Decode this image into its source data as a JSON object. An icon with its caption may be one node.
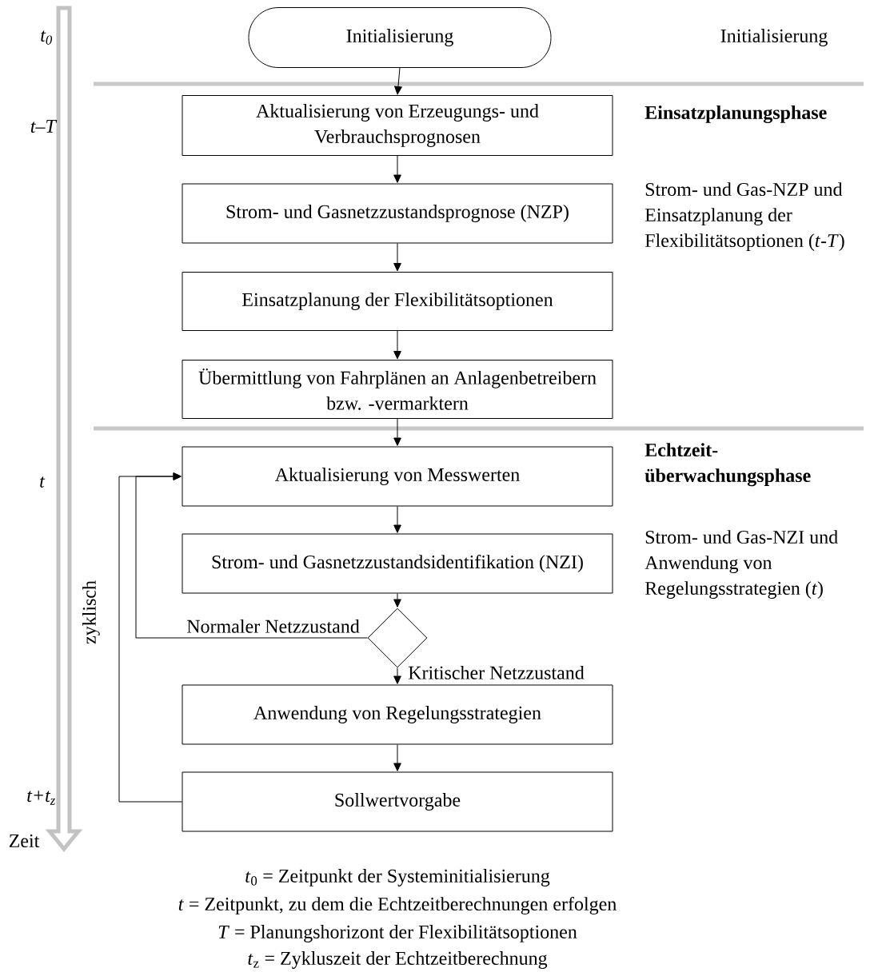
{
  "diagram": {
    "nodes": [
      {
        "text": [
          "Initialisierung"
        ]
      },
      {
        "text": [
          "Aktualisierung von Erzeugungs- und Verbrauchsprognosen"
        ]
      },
      {
        "text": [
          "Strom- und Gasnetzzustandsprognose (NZP)"
        ]
      },
      {
        "text": [
          "Einsatzplanung der Flexibilitätsoptionen"
        ]
      },
      {
        "text": [
          "Übermittlung von Fahrplänen an Anlagenbetreibern bzw. -vermarktern"
        ]
      },
      {
        "text": [
          "Aktualisierung von Messwerten"
        ]
      },
      {
        "text": [
          "Strom- und Gasnetzzustandsidentifikation (NZI)"
        ]
      },
      {
        "text": [],
        "shape": "diamond"
      },
      {
        "text": [
          "Anwendung von Regelungsstrategien"
        ]
      },
      {
        "text": [
          "Sollwertvorgabe"
        ]
      }
    ],
    "edges": [
      {
        "from": 0,
        "to": 1,
        "arrow": "to"
      },
      {
        "from": 1,
        "to": 2,
        "arrow": "to"
      },
      {
        "from": 2,
        "to": 3,
        "arrow": "to"
      },
      {
        "from": 3,
        "to": 4,
        "arrow": "to"
      },
      {
        "from": 4,
        "to": 5,
        "arrow": "to"
      },
      {
        "from": 5,
        "to": 6,
        "arrow": "to"
      },
      {
        "from": 6,
        "to": 7,
        "arrow": "to"
      },
      {
        "from": 7,
        "to": 5,
        "arrow": "to",
        "label": "Normaler Netzzustand"
      },
      {
        "from": 7,
        "to": 8,
        "arrow": "to",
        "label": "Kritischer Netzzustand"
      },
      {
        "from": 8,
        "to": 9,
        "arrow": "to"
      },
      {
        "from": 9,
        "to": 5,
        "arrow": "to",
        "label": "zyklisch"
      }
    ],
    "labels": [
      "t$_{0}$",
      "Initialisierung",
      "t–T",
      "**Einsatzplanungsphase**",
      "Strom- und Gas-NZP und Einsatzplanung der Flexibilitätsoptionen (*t*-*T*)",
      "t",
      "**Echtzeit-überwachungsphase**",
      "Strom- und Gas-NZI und Anwendung von Regelungsstrategien (*t*)",
      "t+t$_{z}$",
      "Zeit",
      "*t*$_{0}$ = Zeitpunkt der Systeminitialisierung",
      "*t* = Zeitpunkt, zu dem die Echtzeitberechnungen erfolgen",
      "*T* = Planungshorizont der Flexibilitätsoptionen",
      "*t*$_{z}$ = Zykluszeit der Echtzeitberechnung"
    ]
  }
}
